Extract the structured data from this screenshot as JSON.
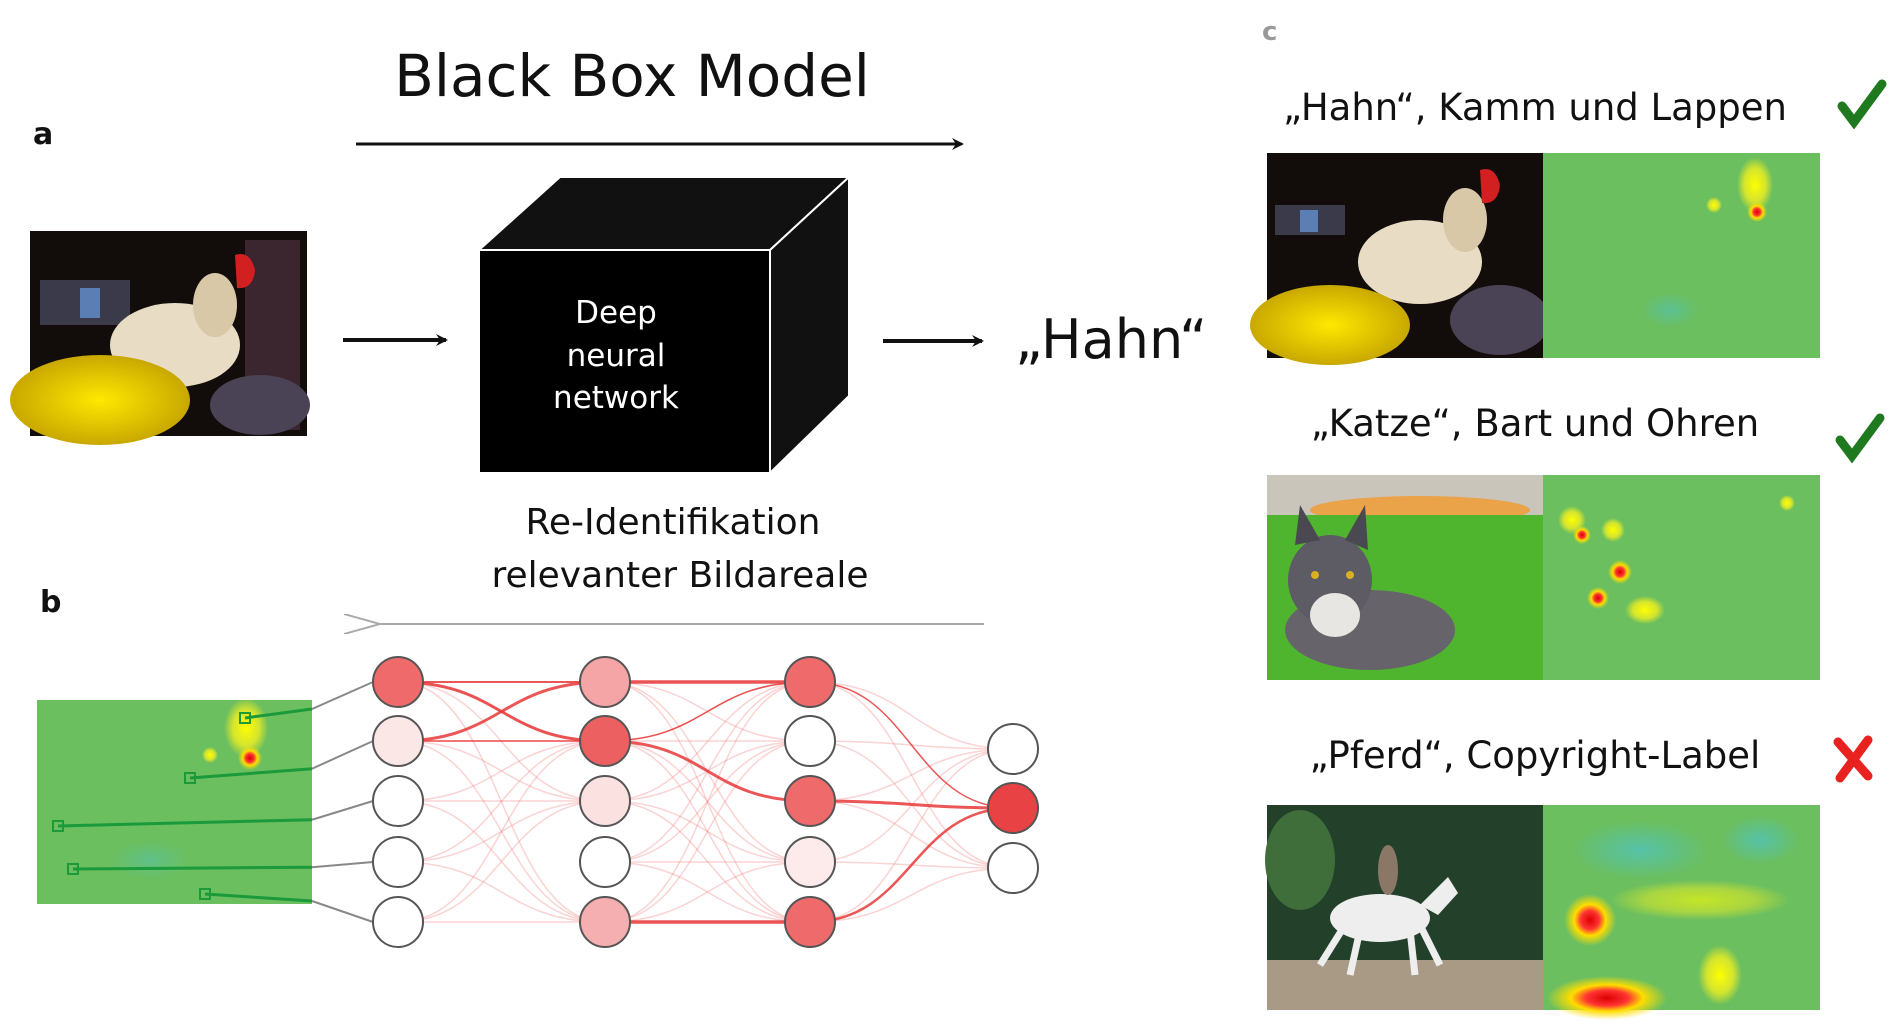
{
  "panel_a": {
    "label": "a",
    "title": "Black Box Model",
    "box_lines": [
      "Deep",
      "neural",
      "network"
    ],
    "output": "„Hahn“"
  },
  "panel_b": {
    "label": "b",
    "caption_lines": [
      "Re-Identifikation",
      "relevanter Bildareale"
    ],
    "layers": [
      [
        0.75,
        0.12,
        0,
        0,
        0
      ],
      [
        0.45,
        0.8,
        0.15,
        0,
        0.4
      ],
      [
        0.75,
        0,
        0.75,
        0.1,
        0.75
      ],
      [
        0,
        0.95,
        0
      ]
    ],
    "strong_edges": [
      [
        0,
        0,
        1,
        1,
        3
      ],
      [
        0,
        1,
        1,
        0,
        3
      ],
      [
        0,
        0,
        1,
        0,
        2
      ],
      [
        0,
        1,
        1,
        1,
        1.5
      ],
      [
        1,
        0,
        2,
        0,
        3.5
      ],
      [
        1,
        1,
        2,
        2,
        3
      ],
      [
        1,
        4,
        2,
        4,
        3.5
      ],
      [
        1,
        1,
        2,
        0,
        1.5
      ],
      [
        2,
        2,
        3,
        1,
        3
      ],
      [
        2,
        4,
        3,
        1,
        2.5
      ],
      [
        2,
        0,
        3,
        1,
        1.5
      ]
    ]
  },
  "panel_c": {
    "label": "c",
    "examples": [
      {
        "caption": "„Hahn“, Kamm und Lappen",
        "verdict": "check-icon",
        "verdict_color": "#1f7a1f"
      },
      {
        "caption": "„Katze“, Bart und Ohren",
        "verdict": "check-icon",
        "verdict_color": "#1f7a1f"
      },
      {
        "caption": "„Pferd“, Copyright-Label",
        "verdict": "cross-icon",
        "verdict_color": "#e8231f"
      }
    ]
  },
  "colors": {
    "heat_bg": "#6cbf5e",
    "node_red": "#e8383a",
    "green_line": "#1a9a3a"
  }
}
